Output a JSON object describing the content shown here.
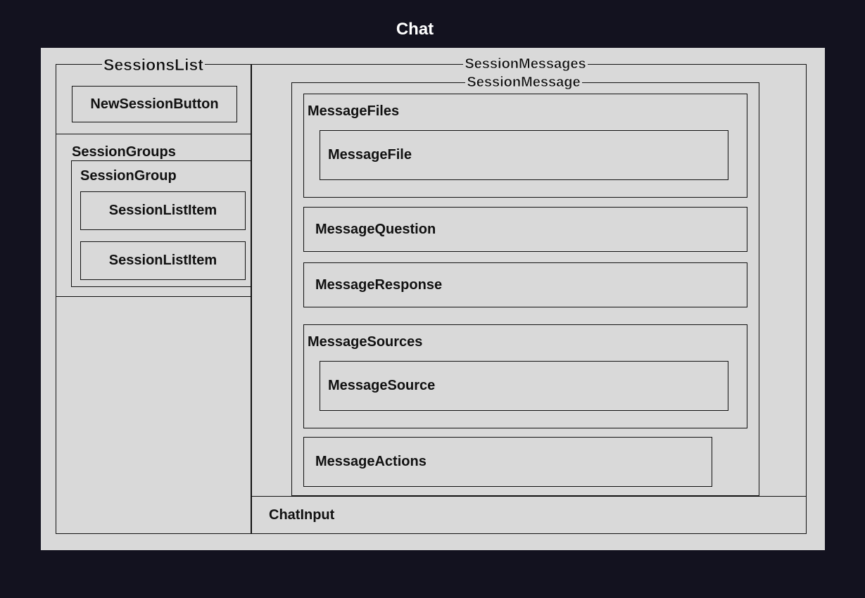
{
  "diagram": {
    "title": "Chat",
    "sessions_list": {
      "label": "SessionsList",
      "new_session_button": "NewSessionButton",
      "session_groups": {
        "label": "SessionGroups",
        "session_group": {
          "label": "SessionGroup",
          "items": [
            "SessionListItem",
            "SessionListItem"
          ]
        }
      }
    },
    "session_messages": {
      "label": "SessionMessages",
      "session_message": {
        "label": "SessionMessage",
        "message_files": {
          "label": "MessageFiles",
          "message_file": "MessageFile"
        },
        "message_question": "MessageQuestion",
        "message_response": "MessageResponse",
        "message_sources": {
          "label": "MessageSources",
          "message_source": "MessageSource"
        },
        "message_actions": "MessageActions"
      }
    },
    "chat_input": "ChatInput"
  },
  "colors": {
    "background": "#13121f",
    "canvas": "#d9d9d9",
    "border": "#111111",
    "title": "#ffffff"
  }
}
